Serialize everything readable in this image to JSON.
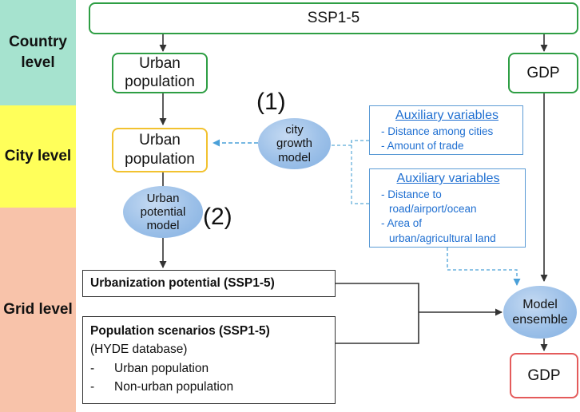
{
  "levels": {
    "country": "Country level",
    "city": "City level",
    "grid": "Grid level"
  },
  "nodes": {
    "ssp": "SSP1-5",
    "urban_pop_country": "Urban population",
    "gdp_top": "GDP",
    "urban_pop_city": "Urban population",
    "city_growth_model": "city growth model",
    "urban_potential_model": "Urban potential model",
    "urbanization_potential": "Urbanization potential (SSP1-5)",
    "population_scenarios": {
      "title": "Population scenarios  (SSP1-5)",
      "source": "(HYDE database)",
      "items": [
        "Urban population",
        "Non-urban population"
      ],
      "bullet": "-"
    },
    "model_ensemble": "Model ensemble",
    "gdp_bottom": "GDP"
  },
  "labels": {
    "step1": "(1)",
    "step2": "(2)"
  },
  "aux1": {
    "title": "Auxiliary variables",
    "items": [
      "- Distance among cities",
      "- Amount of trade"
    ]
  },
  "aux2": {
    "title": "Auxiliary variables",
    "items": [
      "- Distance to",
      "road/airport/ocean",
      "- Area of",
      "urban/agricultural land"
    ]
  },
  "colors": {
    "country_band": "#a6e3cf",
    "city_band": "#ffff5a",
    "grid_band": "#f8c3aa",
    "green_border": "#2e9e44",
    "yellow_border": "#f2c230",
    "red_border": "#e45b5b",
    "aux_blue": "#1f6fd1",
    "dashed_blue": "#5aaad8"
  }
}
